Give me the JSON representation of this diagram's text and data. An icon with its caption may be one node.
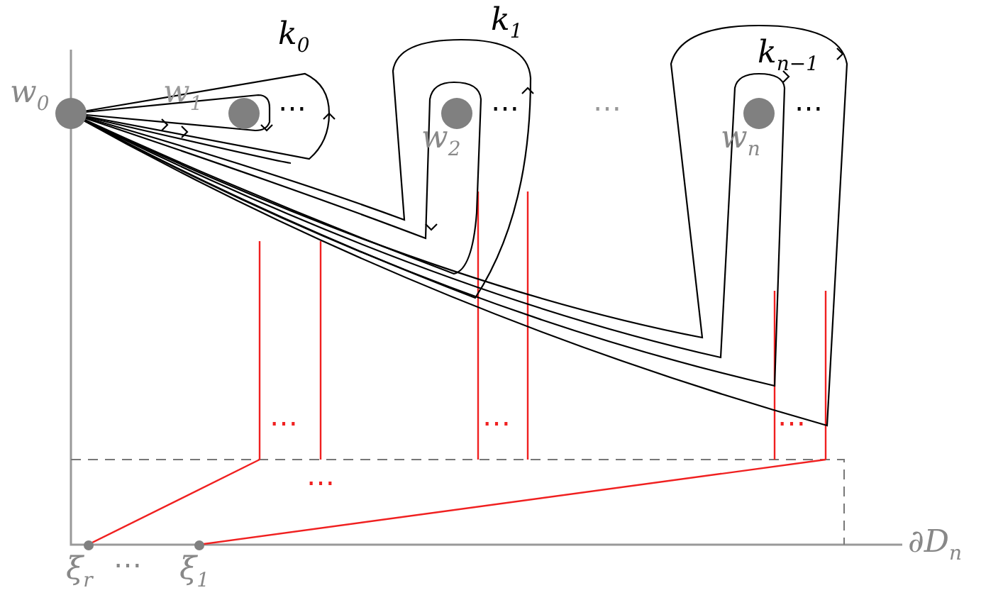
{
  "diagram": {
    "nodes": [
      {
        "text": [],
        "shape": "circle",
        "beside": [
          "w$_{0}$"
        ]
      },
      {
        "text": [],
        "shape": "circle",
        "beside": [
          "w$_{1}$"
        ]
      },
      {
        "text": [],
        "shape": "circle",
        "beside": [
          "w$_{2}$"
        ]
      },
      {
        "text": [],
        "shape": "circle",
        "beside": [
          "w$_{n}$"
        ]
      },
      {
        "text": [],
        "shape": "circle",
        "beside": [
          "ξ$_{r}$"
        ]
      },
      {
        "text": [],
        "shape": "circle",
        "beside": [
          "ξ$_{1}$"
        ]
      }
    ],
    "labels": [
      "k$_{0}$",
      "k$_{1}$",
      "k$_{n−1}$",
      "⋯",
      "⋯",
      "⋯",
      "⋯",
      "⋯",
      "⋯",
      "⋯",
      "⋯",
      "∂D$_{n}$",
      "⋯"
    ]
  }
}
